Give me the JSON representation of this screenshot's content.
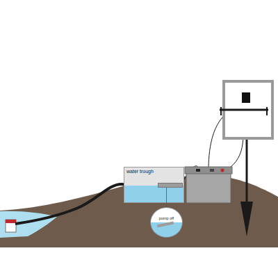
{
  "diagram": {
    "nodes": [
      {
        "text": [
          "water trough"
        ]
      },
      {
        "text": [
          "pump off"
        ]
      }
    ],
    "edges": [
      {
        "from": 0,
        "to": 1,
        "arrow": "none"
      }
    ]
  }
}
